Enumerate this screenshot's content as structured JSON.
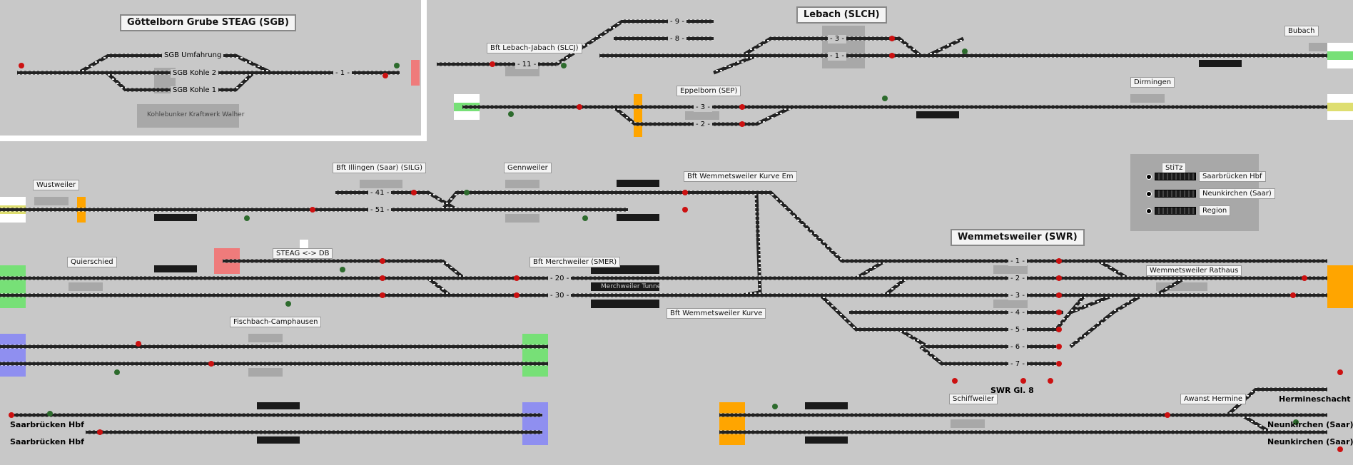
{
  "stations": {
    "goettelborn": "Göttelborn Grube STEAG (SGB)",
    "lebach": "Lebach (SLCH)",
    "wemmetsweiler": "Wemmetsweiler (SWR)",
    "kohlebunker": "Kohlebunker Kraftwerk Walher"
  },
  "place_labels": {
    "bubach": "Bubach",
    "lebach_jabach": "Bft Lebach-Jabach (SLCJ)",
    "eppelborn": "Eppelborn (SEP)",
    "dirmingen": "Dirmingen",
    "illingen": "Bft Illingen (Saar) (SILG)",
    "gennweiler": "Gennweiler",
    "wustweiler": "Wustweiler",
    "kurve_em": "Bft Wemmetsweiler Kurve Em",
    "steag_db": "STEAG <-> DB",
    "quierschied": "Quierschied",
    "merchweiler": "Bft Merchweiler (SMER)",
    "merchweiler_tunnel": "Merchweiler Tunnel",
    "kurve": "Bft Wemmetsweiler Kurve",
    "rathaus": "Wemmetsweiler Rathaus",
    "fischbach": "Fischbach-Camphausen",
    "schiffweiler": "Schiffweiler",
    "awanst": "Awanst Hermine"
  },
  "exit_labels": {
    "sb_hbf_1": "Saarbrücken Hbf",
    "sb_hbf_2": "Saarbrücken Hbf",
    "hermineschacht": "Hermineschacht",
    "neunkirchen_1": "Neunkirchen (Saar)",
    "neunkirchen_2": "Neunkirchen (Saar)",
    "swr_gl8": "SWR Gl. 8"
  },
  "tracks": {
    "sgb_umfahrung": "SGB Umfahrung",
    "sgb_kohle2": "SGB Kohle 2",
    "sgb_kohle1": "SGB Kohle 1",
    "sgb_1": "- 1 -",
    "slch_9": "- 9 -",
    "slch_8": "- 8 -",
    "slcj_11": "- 11 -",
    "slch_3": "- 3 -",
    "slch_1": "- 1 -",
    "sep_3": "- 3 -",
    "sep_2": "- 2 -",
    "silg_41": "- 41 -",
    "silg_51": "- 51 -",
    "smer_20": "- 20 -",
    "smer_30": "- 30 -",
    "swr_1": "- 1 -",
    "swr_2": "- 2 -",
    "swr_3": "- 3 -",
    "swr_4": "- 4 -",
    "swr_5": "- 5 -",
    "swr_6": "- 6 -",
    "swr_7": "- 7 -"
  },
  "stitz": {
    "title": "StiTz",
    "items": [
      "Saarbrücken Hbf",
      "Neunkirchen (Saar)",
      "Region"
    ]
  },
  "colors": {
    "background": "#c8c8c8",
    "track": "#222222",
    "signal_red": "#cc1111",
    "signal_green": "#2d6b2d",
    "exit_green": "#77e077",
    "exit_blue": "#8f8ff0",
    "exit_orange": "#ffa500",
    "exit_red": "#ef7b7b",
    "exit_yellow": "#dede70"
  }
}
